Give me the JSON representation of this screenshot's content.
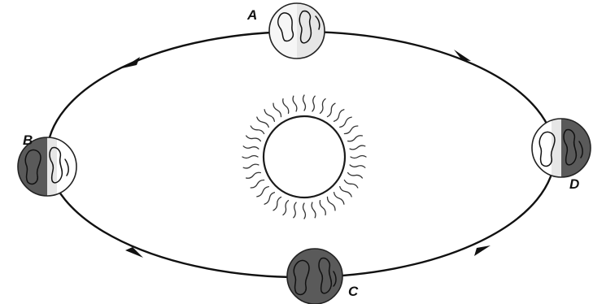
{
  "diagram": {
    "positions": [
      {
        "id": "A",
        "label": "A"
      },
      {
        "id": "B",
        "label": "B"
      },
      {
        "id": "C",
        "label": "C"
      },
      {
        "id": "D",
        "label": "D"
      }
    ]
  },
  "colors": {
    "orbit": "#111111",
    "earth_day": "#ffffff",
    "earth_night": "#5a5a5a",
    "earth_light_gray": "#e6e6e6",
    "sun_rays": "#333333"
  },
  "icons": {
    "sun": "sun-icon",
    "earth": "earth-globe-icon"
  }
}
